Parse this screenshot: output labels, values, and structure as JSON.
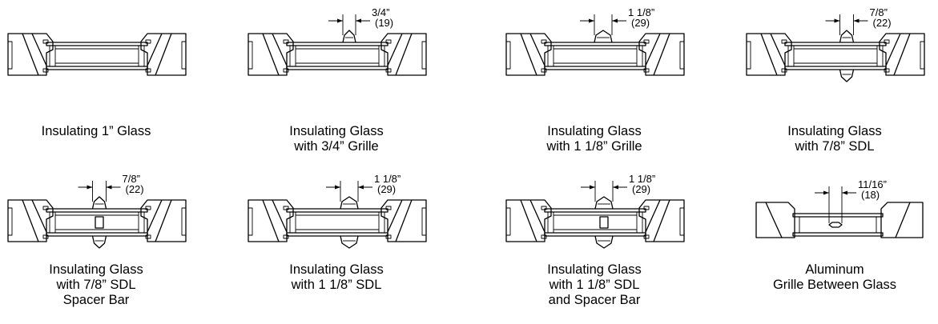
{
  "sections": [
    {
      "id": "insulating-1in",
      "caption": [
        "Insulating 1” Glass"
      ],
      "variant": "plain",
      "dimension": null
    },
    {
      "id": "grille-3-4",
      "caption": [
        "Insulating Glass",
        "with 3/4” Grille"
      ],
      "variant": "grille-small",
      "dimension": {
        "fraction": "3/4”",
        "metric": "(19)"
      }
    },
    {
      "id": "grille-1-1-8",
      "caption": [
        "Insulating Glass",
        "with 1 1/8” Grille"
      ],
      "variant": "grille-large",
      "dimension": {
        "fraction": "1 1/8”",
        "metric": "(29)"
      }
    },
    {
      "id": "sdl-7-8",
      "caption": [
        "Insulating Glass",
        "with 7/8” SDL"
      ],
      "variant": "sdl",
      "dimension": {
        "fraction": "7/8”",
        "metric": "(22)"
      }
    },
    {
      "id": "sdl-7-8-spacer",
      "caption": [
        "Insulating Glass",
        "with 7/8” SDL",
        "Spacer Bar"
      ],
      "variant": "sdl-spacer",
      "dimension": {
        "fraction": "7/8”",
        "metric": "(22)"
      }
    },
    {
      "id": "sdl-1-1-8",
      "caption": [
        "Insulating Glass",
        "with 1 1/8” SDL"
      ],
      "variant": "sdl-large",
      "dimension": {
        "fraction": "1 1/8”",
        "metric": "(29)"
      }
    },
    {
      "id": "sdl-1-1-8-spacer",
      "caption": [
        "Insulating Glass",
        "with 1 1/8” SDL",
        "and Spacer Bar"
      ],
      "variant": "sdl-large-spacer",
      "dimension": {
        "fraction": "1 1/8”",
        "metric": "(29)"
      }
    },
    {
      "id": "aluminum-gbg",
      "caption": [
        "Aluminum",
        "Grille Between Glass"
      ],
      "variant": "gbg",
      "dimension": {
        "fraction": "11/16”",
        "metric": "(18)"
      }
    }
  ]
}
